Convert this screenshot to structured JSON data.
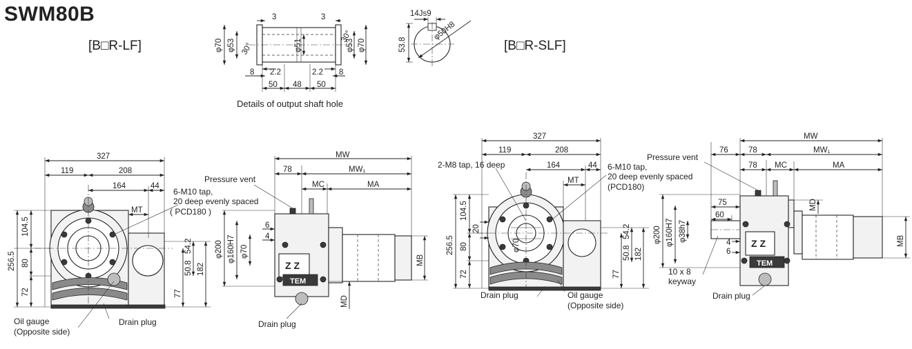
{
  "model": "SWM80B",
  "variants": {
    "lf": "[B□R-LF]",
    "slf": "[B□R-SLF]"
  },
  "shaft_detail": {
    "caption": "Details of output shaft hole",
    "phi70_l": "φ70",
    "phi53_l": "φ53",
    "phi51": "φ51",
    "phi53_r": "φ53",
    "phi70_r": "φ70",
    "angle_l": "30°",
    "angle_r": "30°",
    "d3_l": "3",
    "d3_r": "3",
    "d8_l": "8",
    "d8_r": "8",
    "d22_l": "2.2",
    "d22_r": "2.2",
    "d50_l": "50",
    "d48": "48",
    "d50_r": "50"
  },
  "keyway_detail": {
    "width": "14Js9",
    "diameter": "φ50H8",
    "depth": "53.8"
  },
  "lf_view": {
    "d327": "327",
    "d119": "119",
    "d208": "208",
    "d164": "164",
    "d44": "44",
    "mt": "MT",
    "d1045": "104.5",
    "d2565": "256.5",
    "d80": "80",
    "d72": "72",
    "d508": "50.8",
    "d542": "54.2",
    "d182": "182",
    "d77": "77",
    "tap_line1": "6-M10 tap,",
    "tap_line2": "20 deep evenly spaced",
    "tap_line3": "( PCD180 )",
    "oil1": "Oil gauge",
    "oil2": "(Opposite side)",
    "drain": "Drain plug",
    "mw": "MW",
    "d78": "78",
    "mw1": "MW₁",
    "mc": "MC",
    "ma": "MA",
    "vent": "Pressure vent",
    "phi200": "φ200",
    "phi160": "φ160H7",
    "phi70": "φ70",
    "d6": "6",
    "d4": "4",
    "mb": "MB",
    "md": "MD",
    "drain2": "Drain plug"
  },
  "slf_view": {
    "d327": "327",
    "d119": "119",
    "d208": "208",
    "d164": "164",
    "d44": "44",
    "mt": "MT",
    "tap2": "2-M8 tap, 16 deep",
    "tap_line1": "6-M10 tap,",
    "tap_line2": "20 deep evenly spaced",
    "tap_line3": "(PCD180)",
    "d1045": "104.5",
    "d2565": "256.5",
    "d80": "80",
    "d72": "72",
    "d20": "20",
    "phi70": "φ70",
    "d508": "50.8",
    "d542": "54.2",
    "d182": "182",
    "d77": "77",
    "drain": "Drain plug",
    "oil1": "Oil gauge",
    "oil2": "(Opposite side)",
    "vent": "Pressure vent",
    "d76": "76",
    "mw": "MW",
    "d78a": "78",
    "mw1": "MW₁",
    "d78b": "78",
    "mc": "MC",
    "ma": "MA",
    "d75": "75",
    "d60": "60",
    "phi200": "φ200",
    "phi160": "φ160H7",
    "phi38": "φ38h7",
    "d4": "4",
    "d6": "6",
    "md": "MD",
    "mb": "MB",
    "keyway1": "10 x 8",
    "keyway2": "keyway",
    "drain2": "Drain plug"
  }
}
